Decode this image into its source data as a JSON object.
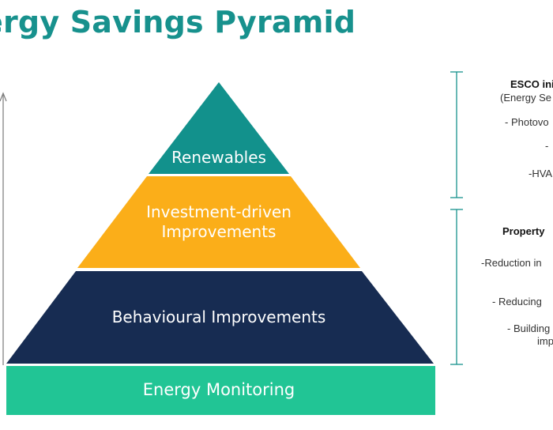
{
  "title": "ergy Savings Pyramid",
  "pyramid": {
    "tiers": [
      {
        "label_lines": [
          "Renewables"
        ],
        "color": "#12918c"
      },
      {
        "label_lines": [
          "Investment-driven",
          "Improvements"
        ],
        "color": "#fbae19"
      },
      {
        "label_lines": [
          "Behavioural Improvements"
        ],
        "color": "#172c52"
      },
      {
        "label_lines": [
          "Energy Monitoring"
        ],
        "color": "#21c595"
      }
    ]
  },
  "right_panel": {
    "esco": {
      "heading": "ESCO ini",
      "subheading": "(Energy Se",
      "items": [
        "- Photovo",
        "-",
        "-HVA"
      ]
    },
    "property": {
      "heading": "Property",
      "items": [
        "-Reduction in",
        "- Reducing",
        "- Building",
        "imp"
      ]
    }
  },
  "colors": {
    "title": "#17918d",
    "bracket": "#17918d",
    "axis": "#7a7a7a"
  }
}
